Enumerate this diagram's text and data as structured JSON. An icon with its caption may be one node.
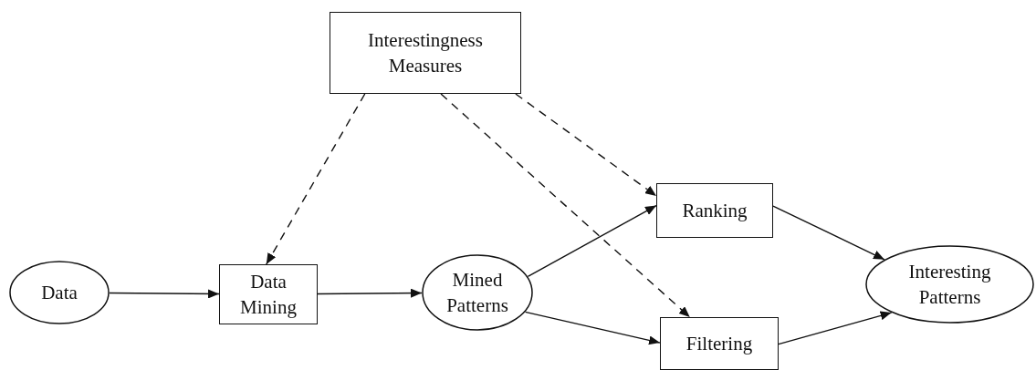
{
  "diagram": {
    "nodes": [
      {
        "text": [
          "Interestingness Measures"
        ]
      },
      {
        "text": [
          "Data"
        ]
      },
      {
        "text": [
          "Data Mining"
        ]
      },
      {
        "text": [
          "Mined Patterns"
        ]
      },
      {
        "text": [
          "Ranking"
        ]
      },
      {
        "text": [
          "Filtering"
        ]
      },
      {
        "text": [
          "Interesting Patterns"
        ]
      }
    ],
    "edges": [
      {
        "from": 1,
        "to": 2,
        "arrow": "to"
      },
      {
        "from": 2,
        "to": 3,
        "arrow": "to"
      },
      {
        "from": 3,
        "to": 4,
        "arrow": "to"
      },
      {
        "from": 3,
        "to": 5,
        "arrow": "to"
      },
      {
        "from": 4,
        "to": 6,
        "arrow": "to"
      },
      {
        "from": 5,
        "to": 6,
        "arrow": "to"
      },
      {
        "from": 0,
        "to": 2,
        "arrow": "to",
        "style": "dashed"
      },
      {
        "from": 0,
        "to": 4,
        "arrow": "to",
        "style": "dashed"
      },
      {
        "from": 0,
        "to": 5,
        "arrow": "to",
        "style": "dashed"
      }
    ]
  }
}
